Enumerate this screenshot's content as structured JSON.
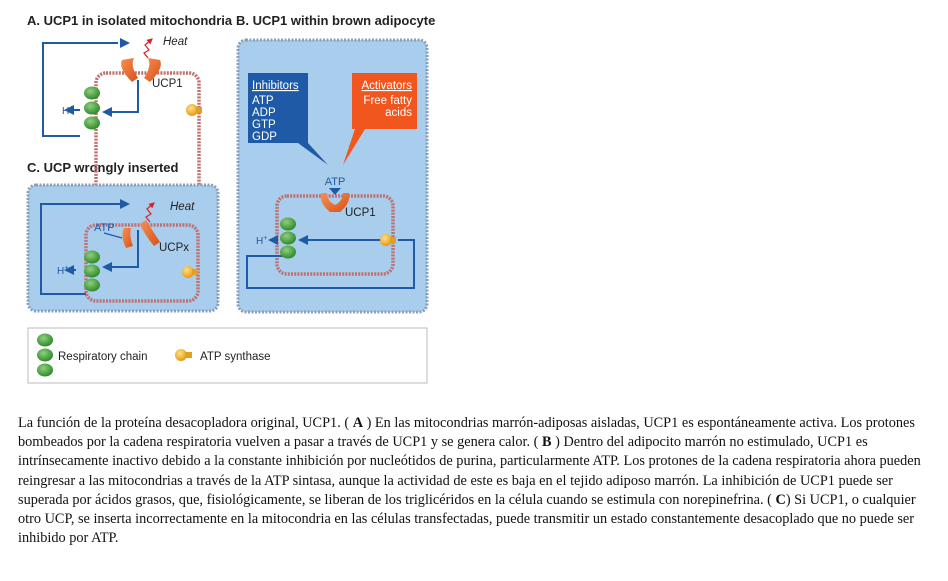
{
  "panels": {
    "a": {
      "title": "A. UCP1 in isolated mitochondria",
      "heat": "Heat",
      "protein": "UCP1",
      "proton": "H",
      "proton_sup": "+"
    },
    "b": {
      "title": "B. UCP1 within brown adipocyte",
      "inhibitors_title": "Inhibitors",
      "inhibitors": [
        "ATP",
        "ADP",
        "GTP",
        "GDP"
      ],
      "activators_title": "Activators",
      "activators": [
        "Free fatty",
        "acids"
      ],
      "atp": "ATP",
      "protein": "UCP1",
      "proton": "H",
      "proton_sup": "+"
    },
    "c": {
      "title": "C. UCP wrongly inserted",
      "heat": "Heat",
      "atp": "ATP",
      "protein": "UCPx",
      "proton": "H",
      "proton_sup": "+"
    }
  },
  "legend": {
    "respiratory_chain": "Respiratory chain",
    "atp_synthase": "ATP synthase"
  },
  "colors": {
    "cell_fill": "#a9cdec",
    "arrow_blue": "#1f5aa6",
    "membrane": "#c0706f",
    "ucp_orange": "#f36b25",
    "chain_green": "#45a13a",
    "atp_synthase_yellow": "#f5b42a",
    "inhibitor_box": "#1f5aa6",
    "activator_box": "#f0561e",
    "heat_red": "#d8202b"
  },
  "caption": {
    "intro": "La función de la proteína desacopladora original, UCP1. (",
    "label_a": "A",
    "text_a": ") En las mitocondrias marrón-adiposas aisladas, UCP1 es espontáneamente activa. Los protones bombeados por la cadena respiratoria vuelven a pasar a través de UCP1 y se genera calor. (",
    "label_b": "B",
    "text_b": ") Dentro del adipocito marrón no estimulado, UCP1 es intrínsecamente inactivo debido a la constante inhibición por nucleótidos de purina, particularmente ATP. Los protones de la cadena respiratoria ahora pueden reingresar a las mitocondrias a través de la ATP sintasa, aunque la actividad de este es baja en el tejido adiposo marrón. La inhibición de UCP1 puede ser superada por ácidos grasos, que, fisiológicamente, se liberan de los triglicéridos en la célula cuando se estimula con norepinefrina. (",
    "label_c": "C",
    "text_c": ") Si UCP1, o cualquier otro UCP, se inserta incorrectamente en la mitocondria en las células transfectadas, puede transmitir un estado constantemente desacoplado que no puede ser inhibido por ATP."
  }
}
